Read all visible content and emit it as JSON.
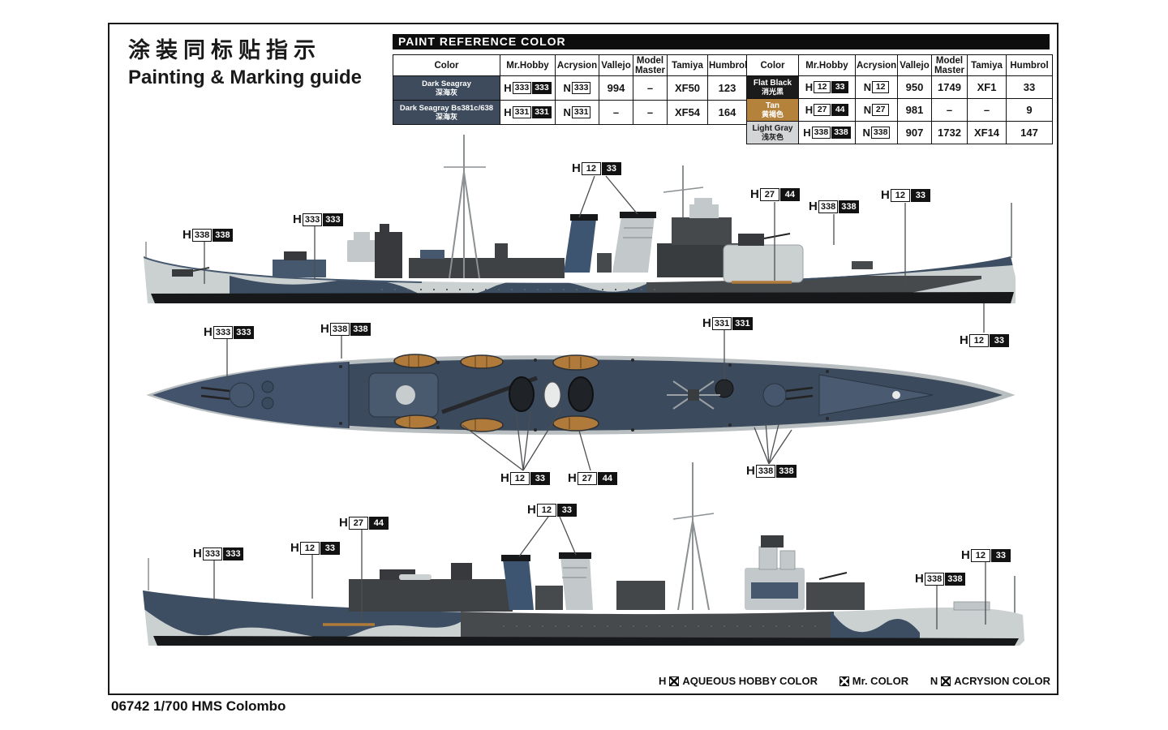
{
  "title": {
    "zh": "涂装同标贴指示",
    "en": "Painting & Marking guide"
  },
  "footer": {
    "kit_number": "06742 1/700 HMS Colombo"
  },
  "legend": {
    "h_prefix": "H",
    "n_prefix": "N",
    "aqueous": "AQUEOUS HOBBY COLOR",
    "mr_color": "Mr. COLOR",
    "acrysion": "ACRYSION COLOR"
  },
  "colors": {
    "dark_seagray": "#3d4b5c",
    "dark_seagray_bs381c_638": "#46586e",
    "flat_black": "#1b1b1b",
    "tan": "#b5823c",
    "light_gray": "#d3d5d6",
    "hull_light_gray": "#cbd0d1",
    "superstructure_dark_gray": "#45474a",
    "funnel_blue": "#3d5571",
    "tan_stripe": "#b07b3a"
  },
  "paint_table": {
    "header_title": "PAINT  REFERENCE COLOR",
    "h_prefix": "H",
    "n_prefix": "N",
    "columns": [
      "Color",
      "Mr.Hobby",
      "Acrysion",
      "Vallejo",
      "Model Master",
      "Tamiya",
      "Humbrol"
    ],
    "left_rows": [
      {
        "name": "Dark Seagray",
        "name_zh": "深海灰",
        "swatch": "#3d4b5c",
        "text_color": "#ffffff",
        "swatch_style": "background:#3d4b5c;color:#ffffff",
        "h1": "333",
        "h2": "333",
        "n": "333",
        "vallejo": "994",
        "model_master": "–",
        "tamiya": "XF50",
        "humbrol": "123"
      },
      {
        "name": "Dark Seagray Bs381c/638",
        "name_zh": "深海灰",
        "swatch": "#3d4b5c",
        "text_color": "#ffffff",
        "swatch_style": "background:#3d4b5c;color:#ffffff",
        "h1": "331",
        "h2": "331",
        "n": "331",
        "vallejo": "–",
        "model_master": "–",
        "tamiya": "XF54",
        "humbrol": "164"
      }
    ],
    "right_rows": [
      {
        "name": "Flat Black",
        "name_zh": "消光黑",
        "swatch": "#1b1b1b",
        "text_color": "#ffffff",
        "swatch_style": "background:#1b1b1b;color:#ffffff",
        "h1": "12",
        "h2": "33",
        "n": "12",
        "vallejo": "950",
        "model_master": "1749",
        "tamiya": "XF1",
        "humbrol": "33"
      },
      {
        "name": "Tan",
        "name_zh": "黄褐色",
        "swatch": "#b5823c",
        "text_color": "#ffffff",
        "swatch_style": "background:#b5823c;color:#ffffff",
        "h1": "27",
        "h2": "44",
        "n": "27",
        "vallejo": "981",
        "model_master": "–",
        "tamiya": "–",
        "humbrol": "9"
      },
      {
        "name": "Light Gray",
        "name_zh": "浅灰色",
        "swatch": "#d3d5d6",
        "text_color": "#1b1b1b",
        "swatch_style": "background:#d3d5d6;color:#1b1b1b",
        "h1": "338",
        "h2": "338",
        "n": "338",
        "vallejo": "907",
        "model_master": "1732",
        "tamiya": "XF14",
        "humbrol": "147"
      }
    ]
  },
  "callouts": [
    {
      "h": "H",
      "a": "338",
      "b": "338"
    },
    {
      "h": "H",
      "a": "333",
      "b": "333"
    },
    {
      "h": "H",
      "a": "12",
      "b": "33"
    },
    {
      "h": "H",
      "a": "27",
      "b": "44"
    },
    {
      "h": "H",
      "a": "338",
      "b": "338"
    },
    {
      "h": "H",
      "a": "12",
      "b": "33"
    },
    {
      "h": "H",
      "a": "333",
      "b": "333"
    },
    {
      "h": "H",
      "a": "338",
      "b": "338"
    },
    {
      "h": "H",
      "a": "331",
      "b": "331"
    },
    {
      "h": "H",
      "a": "12",
      "b": "33"
    },
    {
      "h": "H",
      "a": "12",
      "b": "33"
    },
    {
      "h": "H",
      "a": "27",
      "b": "44"
    },
    {
      "h": "H",
      "a": "338",
      "b": "338"
    },
    {
      "h": "H",
      "a": "333",
      "b": "333"
    },
    {
      "h": "H",
      "a": "12",
      "b": "33"
    },
    {
      "h": "H",
      "a": "27",
      "b": "44"
    },
    {
      "h": "H",
      "a": "12",
      "b": "33"
    },
    {
      "h": "H",
      "a": "338",
      "b": "338"
    },
    {
      "h": "H",
      "a": "12",
      "b": "33"
    }
  ]
}
